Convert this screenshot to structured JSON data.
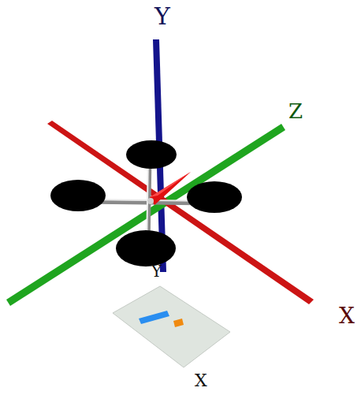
{
  "diagram": {
    "labels": [
      "Y",
      "Z",
      "X",
      "Y",
      "X"
    ]
  }
}
